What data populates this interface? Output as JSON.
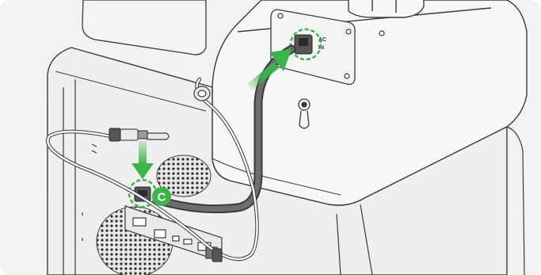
{
  "diagram": {
    "callout_label": "C",
    "port_label_a": "AC",
    "port_label_b": "IN",
    "colors": {
      "background": "#f2f2f2",
      "line": "#3a3a3a",
      "accent_green": "#3bb54a",
      "cable_dark": "#5a5a5a"
    }
  }
}
